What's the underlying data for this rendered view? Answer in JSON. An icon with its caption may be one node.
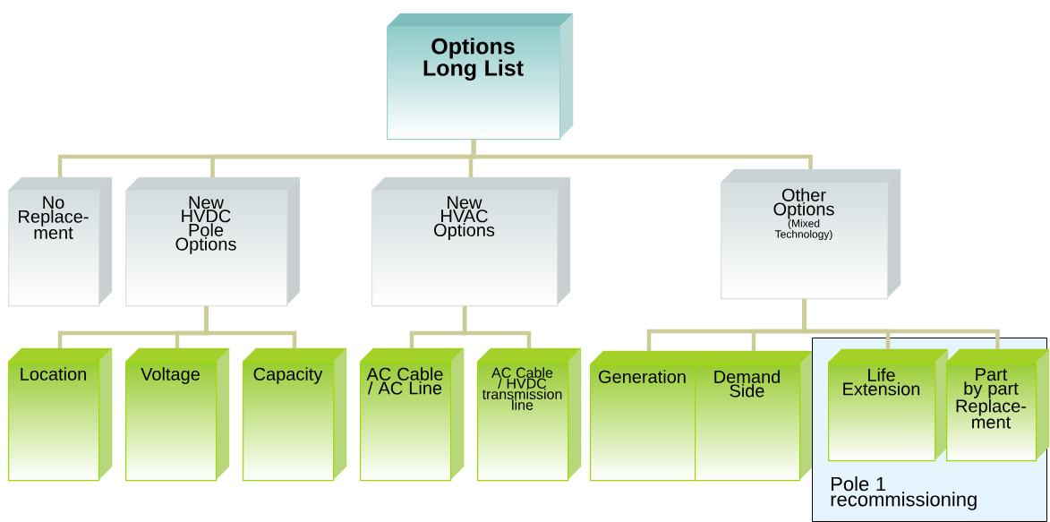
{
  "diagram": {
    "nodes": [
      {
        "text": [
          "Options Long List"
        ]
      },
      {
        "text": [
          "No Replace-ment"
        ]
      },
      {
        "text": [
          "New HVDC Pole Options"
        ]
      },
      {
        "text": [
          "New HVAC Options"
        ]
      },
      {
        "text": [
          "Other Options",
          "(Mixed Technology)"
        ]
      },
      {
        "text": [
          "Location"
        ]
      },
      {
        "text": [
          "Voltage"
        ]
      },
      {
        "text": [
          "Capacity"
        ]
      },
      {
        "text": [
          "AC Cable / AC Line"
        ]
      },
      {
        "text": [
          "AC Cable / HVDC transmission line"
        ]
      },
      {
        "text": [
          "Generation"
        ]
      },
      {
        "text": [
          "Demand Side"
        ]
      },
      {
        "text": [
          "Pole 1 recommissioning"
        ]
      },
      {
        "text": [
          "Life Extension"
        ],
        "in": 12
      },
      {
        "text": [
          "Part by part Replace-ment"
        ],
        "in": 12
      }
    ],
    "edges": [
      {
        "from": 0,
        "to": 1,
        "arrow": "none"
      },
      {
        "from": 0,
        "to": 2,
        "arrow": "none"
      },
      {
        "from": 0,
        "to": 3,
        "arrow": "none"
      },
      {
        "from": 0,
        "to": 4,
        "arrow": "none"
      },
      {
        "from": 2,
        "to": 5,
        "arrow": "none"
      },
      {
        "from": 2,
        "to": 6,
        "arrow": "none"
      },
      {
        "from": 2,
        "to": 7,
        "arrow": "none"
      },
      {
        "from": 3,
        "to": 8,
        "arrow": "none"
      },
      {
        "from": 3,
        "to": 9,
        "arrow": "none"
      },
      {
        "from": 4,
        "to": 10,
        "arrow": "none"
      },
      {
        "from": 4,
        "to": 11,
        "arrow": "none"
      },
      {
        "from": 4,
        "to": 13,
        "arrow": "none"
      },
      {
        "from": 4,
        "to": 14,
        "arrow": "none"
      }
    ]
  }
}
